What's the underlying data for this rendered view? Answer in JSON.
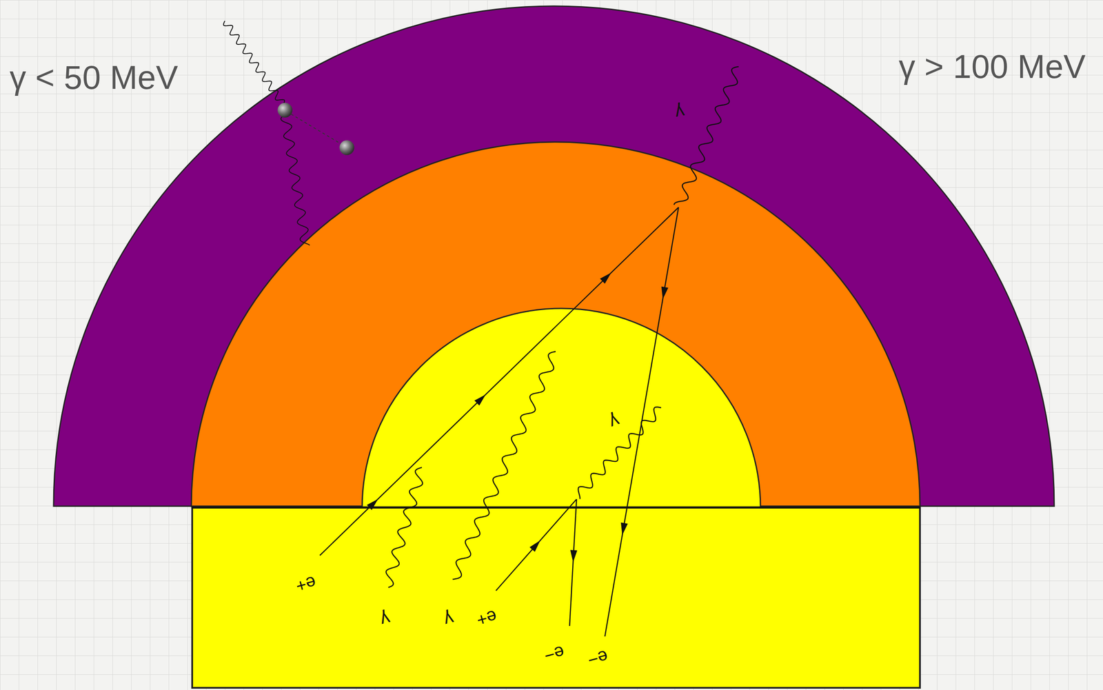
{
  "diagram": {
    "labels": [
      "γ < 50 MeV",
      "γ > 100 MeV",
      "γ",
      "γ",
      "e+",
      "γ",
      "γ",
      "e+",
      "e−",
      "e−"
    ]
  }
}
